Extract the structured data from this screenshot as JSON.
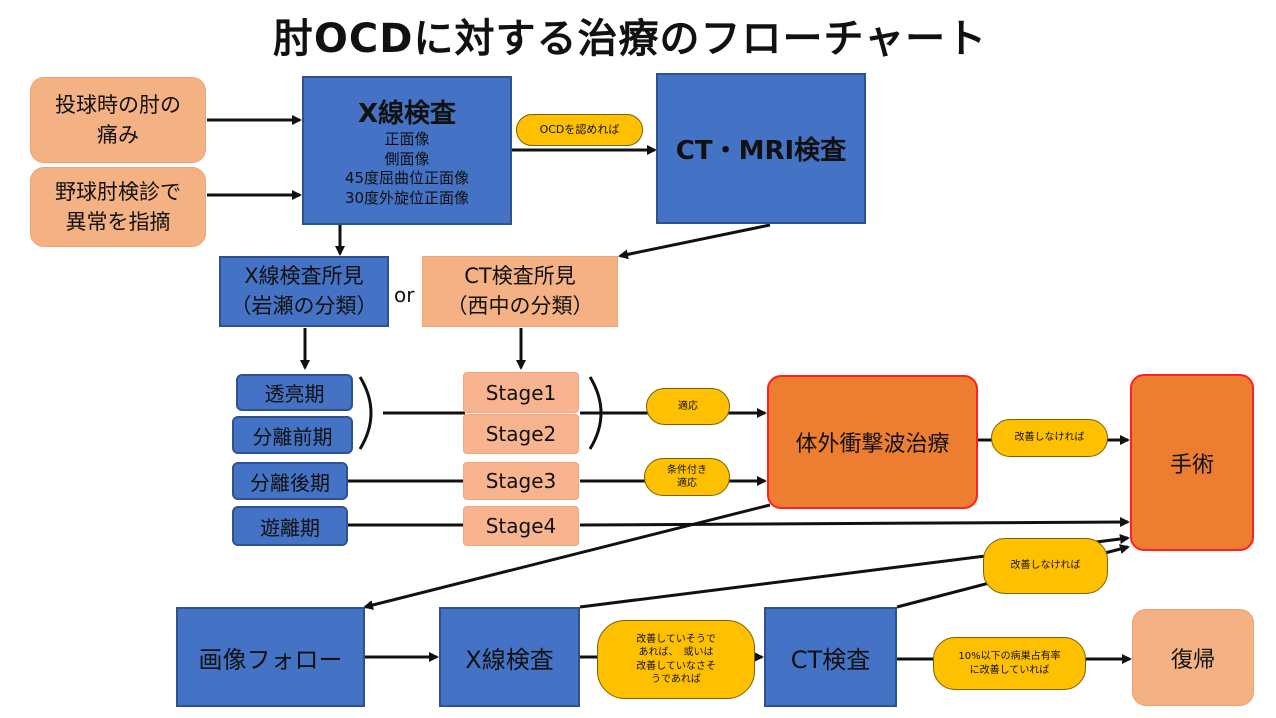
{
  "title": "肘OCDに対する治療のフローチャート",
  "inputs": {
    "pain": "投球時の肘の\n痛み",
    "screening": "野球肘検診で\n異常を指摘"
  },
  "xray": {
    "title": "X線検査",
    "details": [
      "正面像",
      "側面像",
      "45度屈曲位正面像",
      "30度外旋位正面像"
    ]
  },
  "ct_mri": "CT・MRI検査",
  "label_ocd": "OCDを認めれば",
  "findings": {
    "xray": "X線検査所見\n（岩瀬の分類）",
    "or": "or",
    "ct": "CT検査所見\n（西中の分類）"
  },
  "iwase": [
    "透亮期",
    "分離前期",
    "分離後期",
    "遊離期"
  ],
  "nishinaka": [
    "Stage1",
    "Stage2",
    "Stage3",
    "Stage4"
  ],
  "labels": {
    "indication": "適応",
    "conditional": "条件付き\n適応",
    "no_improve_1": "改善しなければ",
    "no_improve_2": "改善しなければ",
    "improving": "改善していそうで\nあれば、　或いは\n改善していなさそ\nうであれば",
    "ratio": "10%以下の病巣占有率\nに改善していれば"
  },
  "eswt": "体外衝撃波治療",
  "surgery": "手術",
  "follow": "画像フォロー",
  "xray2": "X線検査",
  "ct2": "CT検査",
  "return": "復帰",
  "colors": {
    "blue": "#4472C4",
    "salmon": "#F4B183",
    "orange": "#ED7D31",
    "yellow": "#FFC000"
  }
}
